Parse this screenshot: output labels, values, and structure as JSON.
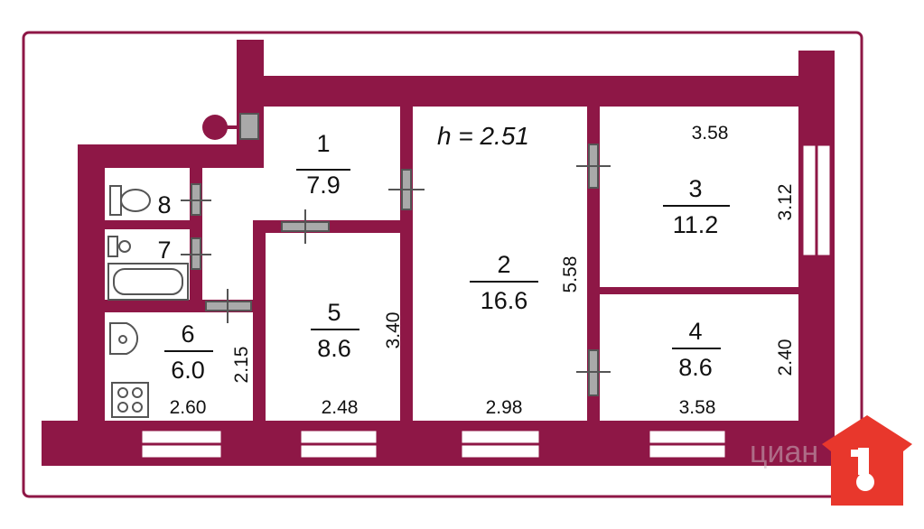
{
  "plan": {
    "ceiling_height_label": "h = 2.51",
    "rooms": [
      {
        "number": "1",
        "area": "7.9"
      },
      {
        "number": "2",
        "area": "16.6"
      },
      {
        "number": "3",
        "area": "11.2"
      },
      {
        "number": "4",
        "area": "8.6"
      },
      {
        "number": "5",
        "area": "8.6"
      },
      {
        "number": "6",
        "area": "6.0"
      },
      {
        "number": "7"
      },
      {
        "number": "8"
      }
    ],
    "dimensions": {
      "room3_top": "3.58",
      "room3_right": "3.12",
      "room2_right": "5.58",
      "room5_right": "3.40",
      "room4_right": "2.40",
      "room6_right": "2.15",
      "bottom_room6": "2.60",
      "bottom_room5": "2.48",
      "bottom_room2": "2.98",
      "bottom_room4": "3.58"
    },
    "colors": {
      "wall": "#8e1746",
      "door": "#a9a9a9",
      "logo": "#e8372c",
      "border": "#8e1746"
    },
    "logo": {
      "icon": "house-key-logo",
      "watermark": "циан"
    }
  }
}
